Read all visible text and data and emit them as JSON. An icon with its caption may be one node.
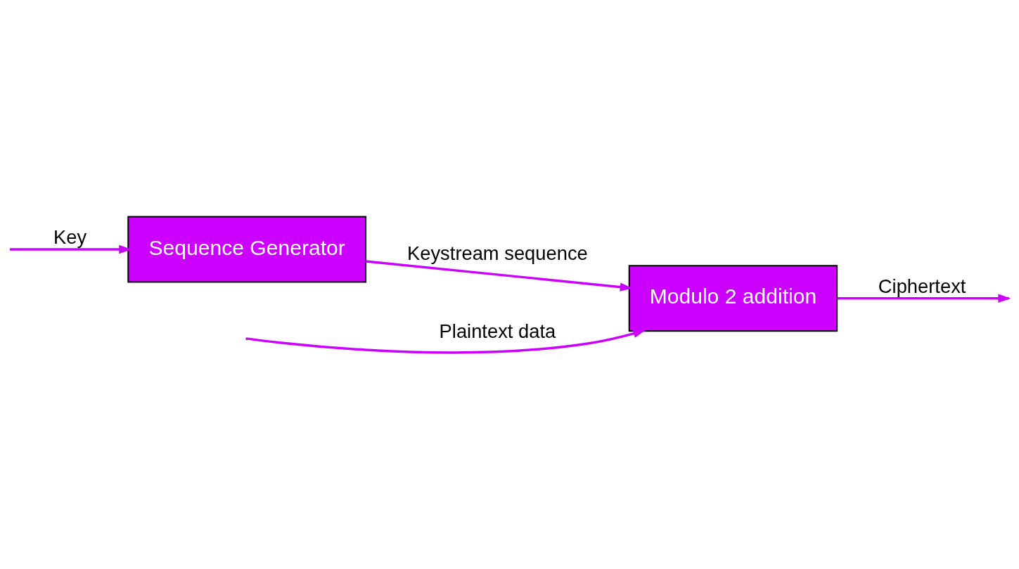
{
  "diagram": {
    "nodes": [
      {
        "text": [
          "Modulo 2 addition"
        ]
      },
      {
        "text": [
          "Sequence Generator"
        ]
      }
    ],
    "edges": [
      {
        "from": null,
        "to": 0,
        "arrow": "to",
        "label": "Plaintext data"
      },
      {
        "from": 0,
        "to": null,
        "arrow": "to",
        "label": "Ciphertext"
      },
      {
        "from": 1,
        "to": 0,
        "arrow": "to",
        "label": "Keystream sequence"
      },
      {
        "from": null,
        "to": 1,
        "arrow": "to",
        "label": "Key"
      }
    ]
  }
}
